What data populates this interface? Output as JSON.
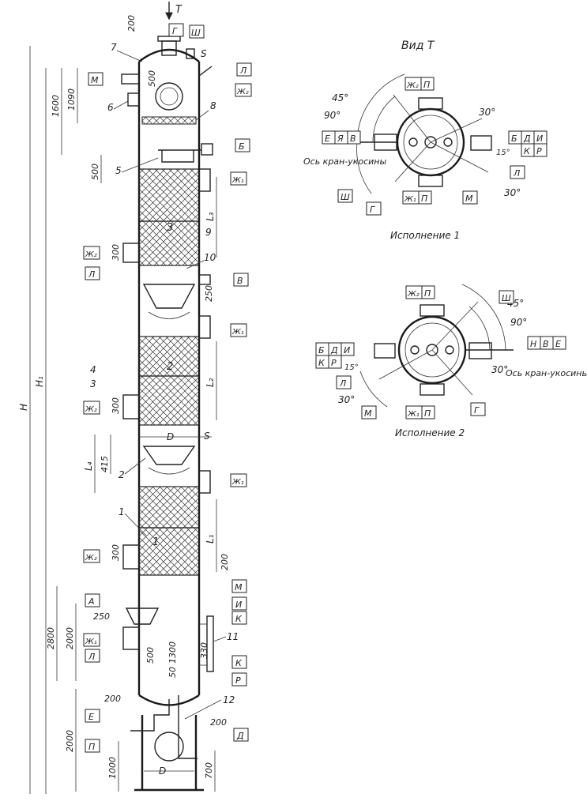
{
  "column": {
    "arrow_label": "T",
    "dims": {
      "top_200": "200",
      "h_1600": "1600",
      "h_1090": "1090",
      "h_500_top": "500",
      "h_500_left": "500",
      "h_300_a": "300",
      "h_250_a": "250",
      "h_300_b": "300",
      "h_415": "415",
      "h_300_c": "300",
      "h_200_mid": "200",
      "h_2800": "2800",
      "h_2000_a": "2000",
      "w_250": "250",
      "h_500_b": "500",
      "h_1300": "1300",
      "h_330": "330",
      "h_50": "50",
      "w_200_a": "200",
      "w_200_b": "200",
      "h_2000_b": "2000",
      "h_1000": "1000",
      "h_700": "700"
    },
    "symbols": {
      "H": "H",
      "H1": "H₁",
      "L1": "L₁",
      "L2": "L₂",
      "L3": "L₃",
      "L4": "L₄",
      "S_top": "S",
      "S_mid": "S",
      "D_mid": "D",
      "D_bot": "D"
    },
    "bed_numbers": [
      "3",
      "2",
      "1"
    ],
    "part_numbers": {
      "n7": "7",
      "n6": "6",
      "n8": "8",
      "n5": "5",
      "n9": "9",
      "n10": "10",
      "n4": "4",
      "n3": "3",
      "n2": "2",
      "n1": "1",
      "n11": "11",
      "n12": "12"
    },
    "nozzles": {
      "top_g": "Г",
      "top_sh": "Ш",
      "m_top": "М",
      "l_top": "Л",
      "zh2_top": "Ж₂",
      "b_mid": "Б",
      "zh1_a": "Ж₁",
      "zh2_a": "Ж₂",
      "l_mid": "Л",
      "v": "В",
      "zh1_b": "Ж₁",
      "zh2_b": "Ж₂",
      "zh1_c": "Ж₁",
      "zh2_c": "Ж₂",
      "m_low": "М",
      "a": "А",
      "i": "И",
      "k_a": "К",
      "zh1_d": "Ж₁",
      "l_low": "Л",
      "k_b": "К",
      "r": "Р",
      "e": "Е",
      "d": "Д",
      "p": "П"
    }
  },
  "view": {
    "title": "Вид Т",
    "v1": {
      "caption": "Исполнение 1",
      "angle_45": "45°",
      "angle_90": "90°",
      "angle_30a": "30°",
      "angle_15": "15°",
      "angle_30b": "30°",
      "left_boxes": [
        "Е",
        "Я",
        "В"
      ],
      "right_top_boxes": [
        "Б",
        "Д",
        "И"
      ],
      "right_bottom_boxes": [
        "К",
        "Р"
      ],
      "top_boxes": [
        "Ж₂",
        "П"
      ],
      "bottom_boxes": [
        "Ж₁",
        "П"
      ],
      "axis_label": "Ось кран-укосины",
      "label_sh": "Ш",
      "label_g": "Г",
      "label_m": "М",
      "label_l": "Л"
    },
    "v2": {
      "caption": "Исполнение 2",
      "angle_45": "45°",
      "angle_90": "90°",
      "angle_30a": "30°",
      "angle_15": "15°",
      "angle_30b": "30°",
      "right_boxes": [
        "Н",
        "В",
        "Е"
      ],
      "left_top_boxes": [
        "Б",
        "Д",
        "И"
      ],
      "left_bottom_boxes": [
        "К",
        "Р"
      ],
      "top_boxes": [
        "Ж₂",
        "П"
      ],
      "bottom_boxes": [
        "Ж₁",
        "П"
      ],
      "axis_label": "Ось кран-укосины",
      "label_sh": "Ш",
      "label_g": "Г",
      "label_m": "М",
      "label_l": "Л"
    }
  }
}
